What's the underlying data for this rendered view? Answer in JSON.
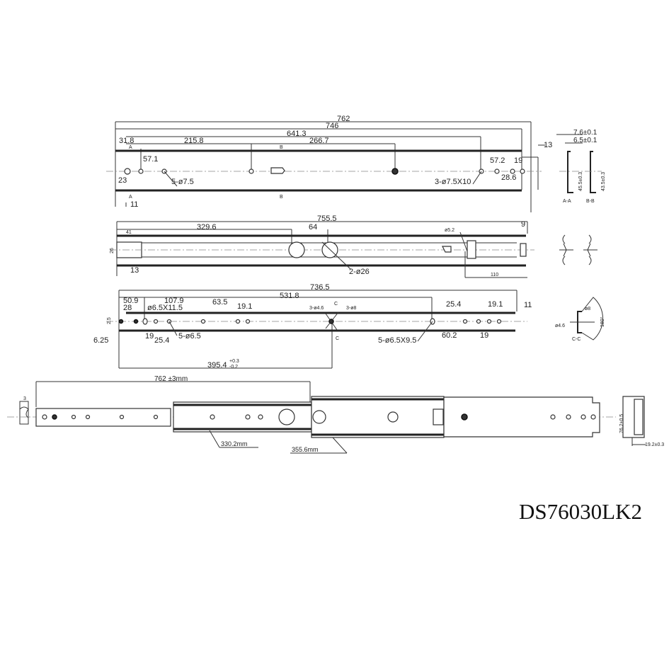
{
  "drawing": {
    "model": "DS76030LK2",
    "view1": {
      "dims": [
        "762",
        "746",
        "641.3",
        "266.7",
        "31.8",
        "215.8",
        "57.1",
        "5-ø7.5",
        "23",
        "11",
        "13",
        "57.2",
        "19",
        "28.6",
        "3-ø7.5X10"
      ],
      "section": {
        "w1": "7.6±0.1",
        "w2": "6.5±0.1",
        "h1": "45.5±0.3",
        "h2": "43.5±0.3",
        "label_a": "A-A",
        "label_b": "B-B"
      },
      "cut_a": "A",
      "cut_b": "B"
    },
    "view2": {
      "dims": [
        "755.5",
        "329.6",
        "64",
        "41",
        "13",
        "2-ø26",
        "ø5.2",
        "9",
        "110",
        "26"
      ]
    },
    "view3": {
      "dims": [
        "736.5",
        "531.8",
        "50.9",
        "28",
        "107.9",
        "ø6.5X11.5",
        "63.5",
        "19.1",
        "2.5",
        "6.25",
        "19",
        "25.4",
        "5-ø6.5",
        "3-ø4.6",
        "3-ø8",
        "395.4",
        "25.4",
        "19.1",
        "11",
        "5-ø6.5X9.5",
        "60.2",
        "19"
      ],
      "tol_plus": "+0.3",
      "tol_minus": "-0.2",
      "section": {
        "label": "C-C",
        "d1": "ø8",
        "d2": "ø4.6",
        "angle": "180°"
      },
      "cut": "C"
    },
    "view4": {
      "dims": [
        "762 ±3mm",
        "330.2mm",
        "355.6mm",
        "76.2±0.5",
        "19.2±0.3",
        "3"
      ]
    }
  }
}
